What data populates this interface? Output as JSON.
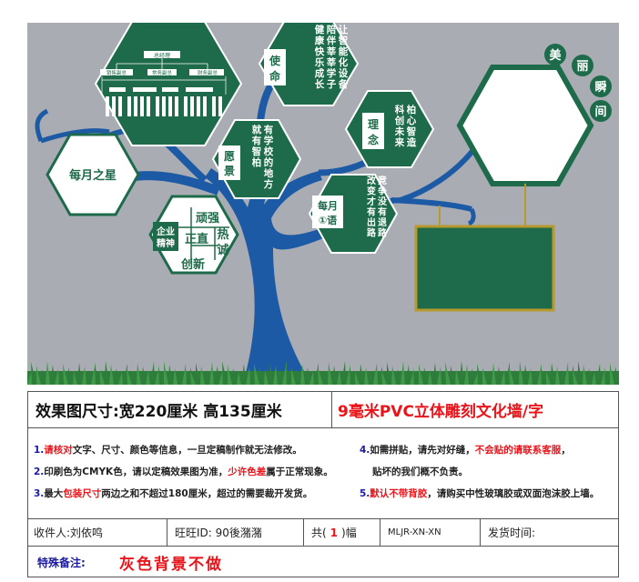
{
  "design": {
    "org_chart": {
      "top": "总经理",
      "mid": [
        "销售副总",
        "常务副总",
        "财务副总"
      ]
    },
    "hexagons": {
      "star": "每月之星",
      "mission": {
        "title": "使命",
        "lines": [
          "让智能化设备",
          "陪伴莘莘学子",
          "健康快乐成长"
        ]
      },
      "vision": {
        "title": "愿景",
        "lines": [
          "有学校的地方",
          "就有智柏"
        ]
      },
      "concept": {
        "title": "理念",
        "lines": [
          "柏心智造",
          "科创未来"
        ]
      },
      "motto": {
        "title": "每月①语",
        "lines": [
          "竞争没有退路",
          "改变才有出路"
        ]
      },
      "values": {
        "left": "企业精神",
        "top": "顽强",
        "middle": "正直",
        "right": "热诚",
        "bottom": "创新"
      }
    },
    "beauty": "美丽瞬间",
    "colors": {
      "green": "#1d6b4a",
      "blue": "#1c5aa6",
      "grey": "#a9acb3",
      "gold": "#b89a2c"
    }
  },
  "spec": {
    "size_label": "效果图尺寸:宽220厘米 高135厘米",
    "product": "9毫米PVC立体雕刻文化墙/字",
    "notes_left": [
      {
        "num": "1.",
        "hl": "请核对",
        "rest": "文字、尺寸、颜色等信息，一旦定稿制作就无法修改。"
      },
      {
        "num": "2.",
        "pre": "印刷色为CMYK色，请以定稿效果图为准，",
        "hl": "少许色差",
        "rest": "属于正常现象。"
      },
      {
        "num": "3.",
        "pre": "最大",
        "hl": "包装尺寸",
        "rest": "两边之和不超过180厘米，超过的需要裁开发货。"
      }
    ],
    "notes_right": [
      {
        "num": "4.",
        "pre": "如需拼贴，请先对好缝，",
        "hl": "不会贴的请联系客服",
        "rest": "，"
      },
      {
        "num": "",
        "pre": "贴坏的我们概不负责。"
      },
      {
        "num": "5.",
        "hl": "默认不带背胶",
        "rest": "，请购买中性玻璃胶或双面泡沫胶上墙。"
      }
    ],
    "recipient": "收件人:刘依鸣",
    "wangwang": "旺旺ID:  90後潴潴",
    "total_pre": "共(",
    "total_num": "1",
    "total_post": ")幅",
    "code": "MLJR-XN-XN",
    "ship_time": "发货时间:",
    "special_label": "特殊备注:",
    "special_value": "灰色背景不做"
  }
}
